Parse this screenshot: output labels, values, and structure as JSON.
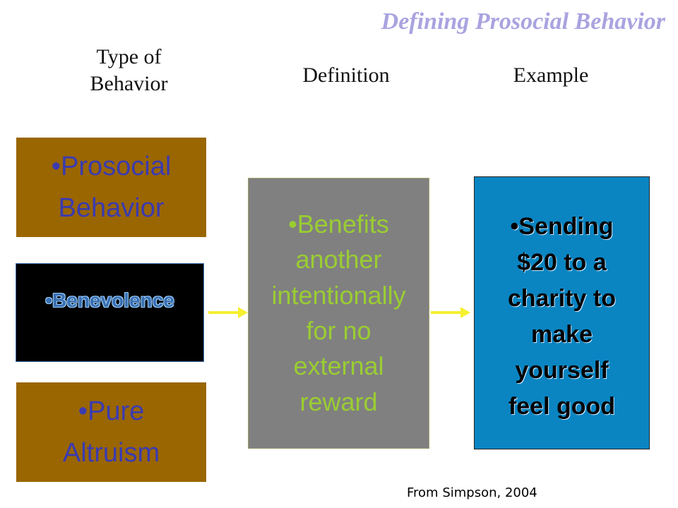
{
  "slide": {
    "title": "Defining Prosocial Behavior",
    "headers": {
      "type_line1": "Type of",
      "type_line2": "Behavior",
      "definition": "Definition",
      "example": "Example"
    },
    "types": {
      "prosocial_line1": "•Prosocial",
      "prosocial_line2": "Behavior",
      "benevolence": "•Benevolence",
      "altruism_line1": "•Pure",
      "altruism_line2": "Altruism"
    },
    "definition_lines": [
      "•Benefits",
      "another",
      "intentionally",
      "for no",
      "external",
      "reward"
    ],
    "example_lines": [
      "•Sending",
      "$20 to a",
      "charity to",
      "make",
      "yourself",
      "feel good"
    ],
    "footnote": "From Simpson, 2004"
  },
  "colors": {
    "title": "#a9a3e0",
    "type_box": "#9a6602",
    "type_text": "#3b3bb0",
    "definition_box": "#808080",
    "definition_text": "#9acd32",
    "example_box": "#0a85c2",
    "arrow": "#f5f030"
  }
}
